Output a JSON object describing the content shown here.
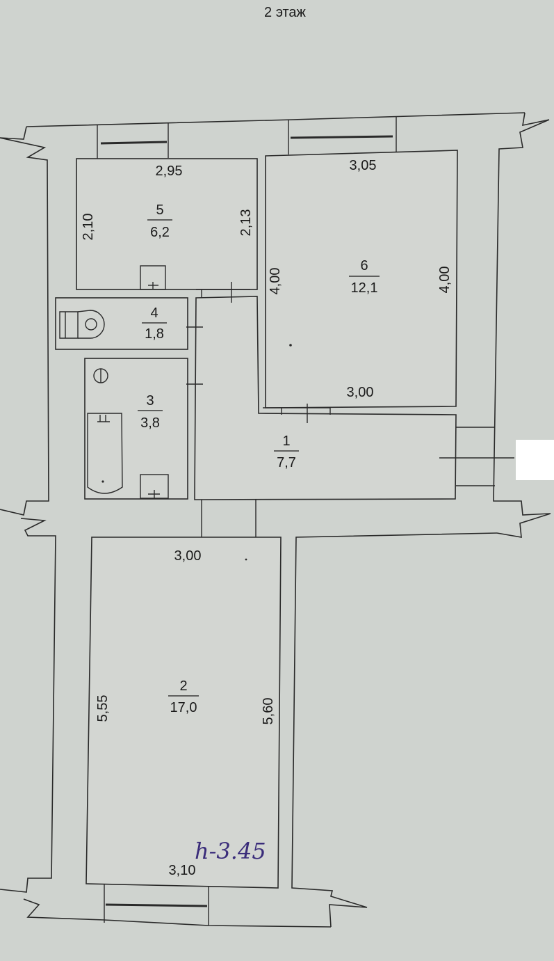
{
  "floor_title": "2 этаж",
  "rooms": [
    {
      "id": "1",
      "number": "1",
      "area": "7,7"
    },
    {
      "id": "2",
      "number": "2",
      "area": "17,0"
    },
    {
      "id": "3",
      "number": "3",
      "area": "3,8"
    },
    {
      "id": "4",
      "number": "4",
      "area": "1,8"
    },
    {
      "id": "5",
      "number": "5",
      "area": "6,2"
    },
    {
      "id": "6",
      "number": "6",
      "area": "12,1"
    }
  ],
  "dimensions": {
    "room5_top": "2,95",
    "room5_left": "2,10",
    "room5_right": "2,13",
    "room6_top": "3,05",
    "room6_left": "4,00",
    "room6_right": "4,00",
    "room6_bottom": "3,00",
    "room2_top": "3,00",
    "room2_left": "5,55",
    "room2_right": "5,60",
    "room2_bottom": "3,10"
  },
  "ceiling_height_note": "h-3.45"
}
